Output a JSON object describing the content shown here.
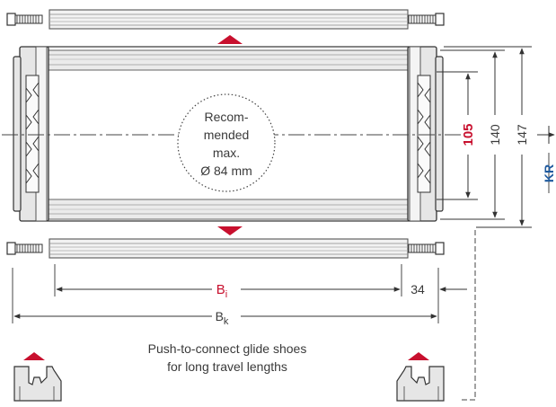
{
  "diagram": {
    "recommended_note": {
      "line1": "Recom-",
      "line2": "mended",
      "line3": "max.",
      "line4": "Ø 84 mm"
    },
    "dimensions": {
      "inner_height": "105",
      "mid_height": "140",
      "outer_height": "147",
      "bending_radius_label": "KR",
      "inner_width_letter": "B",
      "inner_width_sub": "i",
      "offset": "34",
      "outer_width_letter": "B",
      "outer_width_sub": "k"
    },
    "caption": {
      "line1": "Push-to-connect glide shoes",
      "line2": "for long travel lengths"
    },
    "colors": {
      "accent_red": "#c8102e",
      "accent_blue": "#1f5a9e",
      "frame_gray": "#e8e8e8",
      "line_dark": "#333333"
    }
  }
}
